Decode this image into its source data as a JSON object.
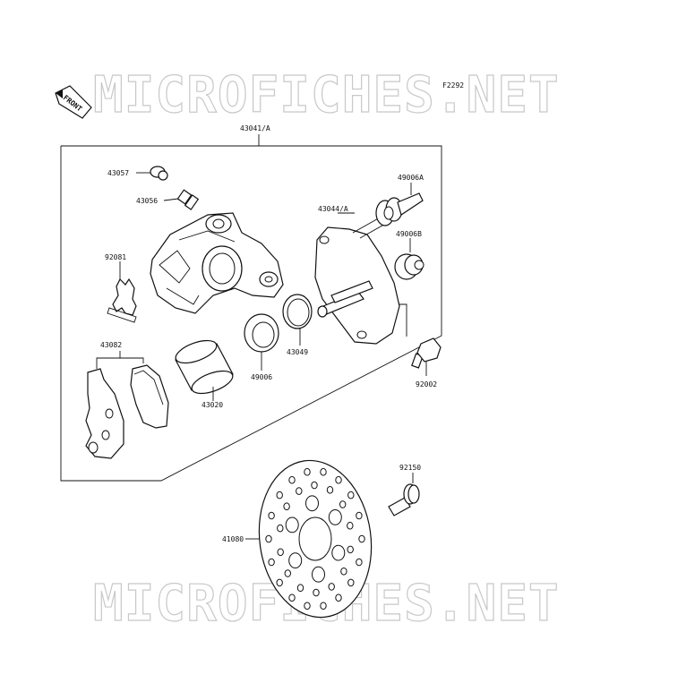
{
  "diagram_code": "F2292",
  "watermark": "MICROFICHES.NET",
  "front_label": "FRONT",
  "assembly_label": "43041/A",
  "parts": {
    "p43057": "43057",
    "p43056": "43056",
    "p92081": "92081",
    "p43082": "43082",
    "p43020": "43020",
    "p49006": "49006",
    "p43049": "43049",
    "p43044": "43044/A",
    "p49006A": "49006A",
    "p49006B": "49006B",
    "p92002": "92002",
    "p92150": "92150",
    "p41080": "41080"
  }
}
